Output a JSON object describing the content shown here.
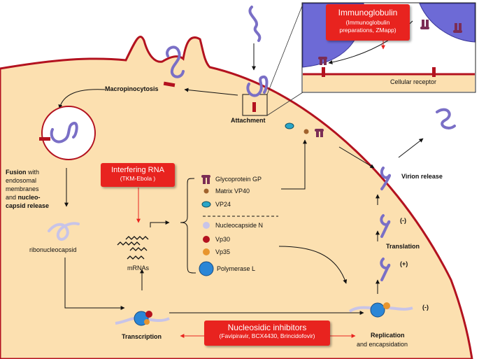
{
  "labels": {
    "macropinocytosis": "Macropinocytosis",
    "attachment": "Attachment",
    "cellular_receptor": "Cellular receptor",
    "virion_release": "Virion release",
    "fusion_bold1": "Fusion",
    "fusion_rest1": " with",
    "fusion_line2": "endosomal",
    "fusion_line3": "membranes",
    "fusion_and": "and ",
    "fusion_bold2": "nucleo-",
    "fusion_bold3": "capsid release",
    "ribonucleocapsid": "ribonucleocapsid",
    "mrnas": "mRNAs",
    "transcription": "Transcription",
    "translation": "Translation",
    "replication": "Replication",
    "encapsidation": "and encapsidation",
    "minus1": "(-)",
    "plus": "(+)",
    "minus2": "(-)"
  },
  "legend": [
    {
      "name": "Glycoprotein  GP",
      "icon": "glycoprotein",
      "color": "#7b2d55"
    },
    {
      "name": "Matrix VP40",
      "icon": "circle",
      "color": "#a0622d"
    },
    {
      "name": "VP24",
      "icon": "ellipse",
      "color": "#2aa6c8"
    },
    {
      "name": "Nucleocapside N",
      "icon": "circle",
      "color": "#c8c4e8"
    },
    {
      "name": "Vp30",
      "icon": "circle",
      "color": "#b3121f"
    },
    {
      "name": "Vp35",
      "icon": "circle",
      "color": "#e8952e"
    },
    {
      "name": "Polymerase L",
      "icon": "circle",
      "color": "#2b86d6"
    }
  ],
  "boxes": {
    "immunoglobulin": {
      "title": "Immunoglobulin",
      "subtitle": "(Immunoglobulin preparations,  ZMapp)"
    },
    "interfering": {
      "title": "Interfering RNA",
      "subtitle": "(TKM-Ebola )"
    },
    "nucleosidic": {
      "title": "Nucleosidic inhibitors",
      "subtitle": "(Favipiravir, BCX4430, Brincidofovir)"
    }
  },
  "colors": {
    "cell": "#fce0b0",
    "membrane": "#b3121f",
    "virus": "#7a6fc6",
    "red_box": "#e8231f"
  }
}
